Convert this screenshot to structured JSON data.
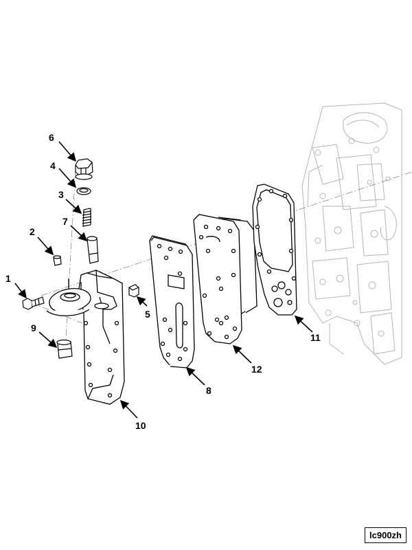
{
  "figure": {
    "reference_code": "lc900zh",
    "colors": {
      "line": "#000000",
      "background_engine": "#9a9a9a",
      "paper": "#ffffff"
    },
    "callouts": [
      {
        "id": "callout-1",
        "label": "1"
      },
      {
        "id": "callout-2",
        "label": "2"
      },
      {
        "id": "callout-3",
        "label": "3"
      },
      {
        "id": "callout-4",
        "label": "4"
      },
      {
        "id": "callout-5",
        "label": "5"
      },
      {
        "id": "callout-6",
        "label": "6"
      },
      {
        "id": "callout-7",
        "label": "7"
      },
      {
        "id": "callout-8",
        "label": "8"
      },
      {
        "id": "callout-9",
        "label": "9"
      },
      {
        "id": "callout-10",
        "label": "10"
      },
      {
        "id": "callout-11",
        "label": "11"
      },
      {
        "id": "callout-12",
        "label": "12"
      }
    ]
  }
}
